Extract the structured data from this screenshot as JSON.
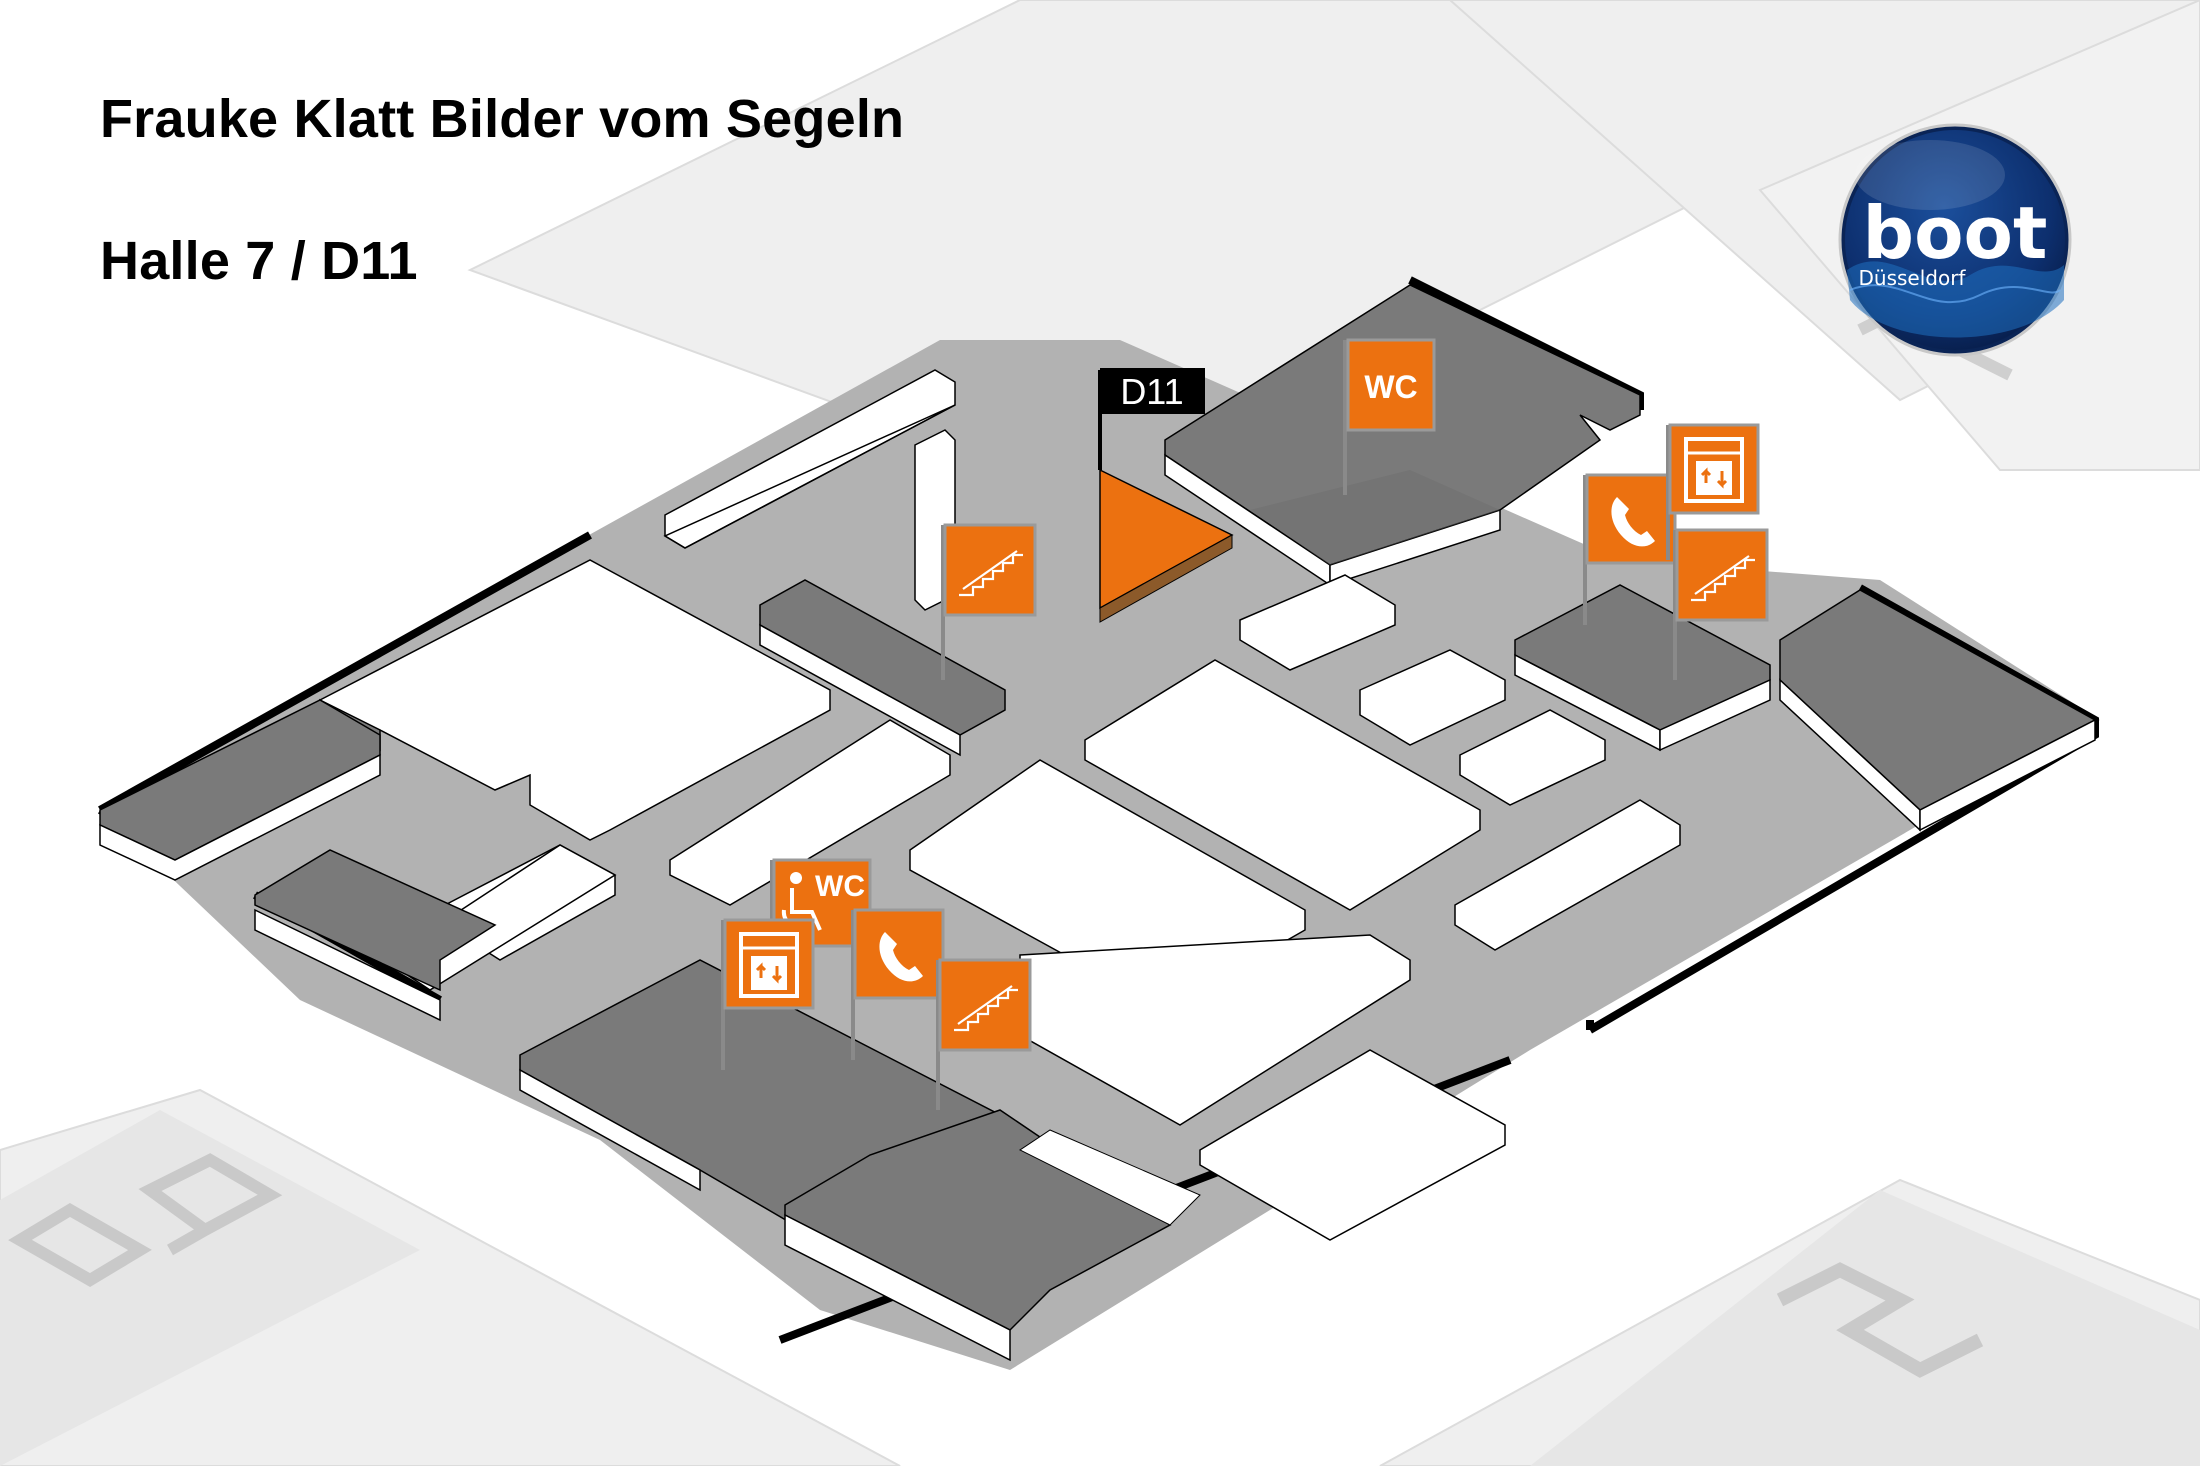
{
  "header": {
    "exhibitor": "Frauke Klatt Bilder vom Segeln",
    "location": "Halle 7 / D11"
  },
  "logo": {
    "brand": "boot",
    "city": "Düsseldorf"
  },
  "hall_map": {
    "highlighted_booth": "D11",
    "neighbor_halls": [
      "7a",
      "5"
    ],
    "pois": [
      {
        "type": "wc",
        "label": "WC",
        "icon": "wc-icon"
      },
      {
        "type": "accessible-wc",
        "label": "WC",
        "icon": "wheelchair-wc-icon"
      },
      {
        "type": "elevator",
        "icon": "elevator-icon"
      },
      {
        "type": "elevator",
        "icon": "elevator-icon"
      },
      {
        "type": "phone",
        "icon": "phone-icon"
      },
      {
        "type": "phone",
        "icon": "phone-icon"
      },
      {
        "type": "stairs",
        "icon": "stairs-icon"
      },
      {
        "type": "stairs",
        "icon": "stairs-icon"
      },
      {
        "type": "stairs",
        "icon": "stairs-icon"
      }
    ]
  },
  "colors": {
    "accent": "#ec7110",
    "floor": "#b2b2b2",
    "booth_top": "#ffffff",
    "booth_dark": "#7a7a7a",
    "background_halls": "#efefef",
    "outline": "#000000"
  }
}
